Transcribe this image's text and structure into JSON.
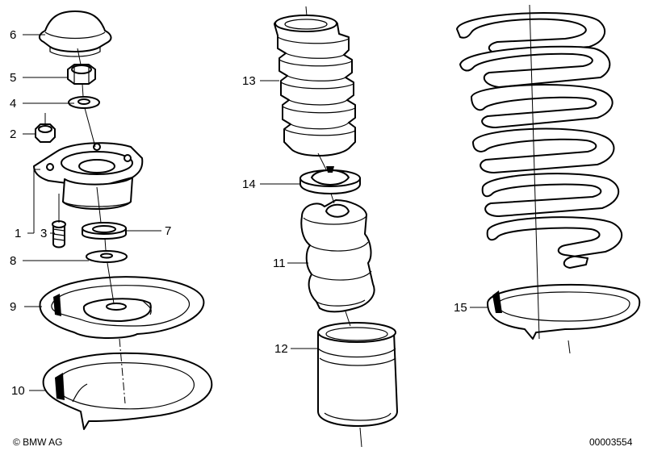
{
  "labels": {
    "p1": "1",
    "p2": "2",
    "p3": "3",
    "p4": "4",
    "p5": "5",
    "p6": "6",
    "p7": "7",
    "p8": "8",
    "p9": "9",
    "p10": "10",
    "p11": "11",
    "p12": "12",
    "p13": "13",
    "p14": "14",
    "p15": "15"
  },
  "footer": {
    "copyright": "© BMW AG",
    "diagram_number": "00003554"
  }
}
